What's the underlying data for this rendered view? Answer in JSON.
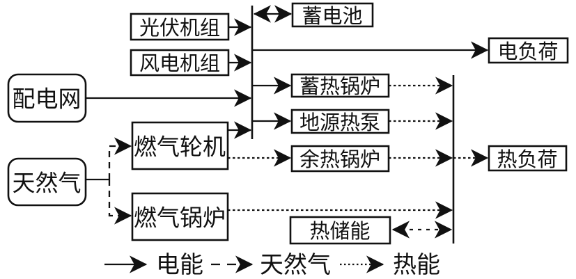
{
  "diagram": {
    "title_implicit": "",
    "colors": {
      "line": "#111111",
      "background": "#ffffff"
    },
    "nodes": {
      "pv": {
        "label": "光伏机组"
      },
      "wind": {
        "label": "风电机组"
      },
      "grid": {
        "label": "配电网"
      },
      "gas_source": {
        "label": "天然气"
      },
      "gas_turbine": {
        "label": "燃气轮机"
      },
      "gas_boiler": {
        "label": "燃气锅炉"
      },
      "battery": {
        "label": "蓄电池"
      },
      "electric_load": {
        "label": "电负荷"
      },
      "heat_storage_boiler": {
        "label": "蓄热锅炉"
      },
      "ground_source_heat_pump": {
        "label": "地源热泵"
      },
      "waste_heat_boiler": {
        "label": "余热锅炉"
      },
      "thermal_storage": {
        "label": "热储能"
      },
      "heat_load": {
        "label": "热负荷"
      }
    },
    "edges": [
      {
        "from": "pv",
        "to": "electric-bus",
        "type": "electric"
      },
      {
        "from": "wind",
        "to": "electric-bus",
        "type": "electric"
      },
      {
        "from": "grid",
        "to": "electric-bus",
        "type": "electric"
      },
      {
        "from": "gas_turbine",
        "to": "electric-bus",
        "type": "electric"
      },
      {
        "from": "electric-bus",
        "to": "battery",
        "type": "electric",
        "bidirectional": true
      },
      {
        "from": "electric-bus",
        "to": "electric_load",
        "type": "electric"
      },
      {
        "from": "electric-bus",
        "to": "heat_storage_boiler",
        "type": "electric"
      },
      {
        "from": "electric-bus",
        "to": "ground_source_heat_pump",
        "type": "electric"
      },
      {
        "from": "gas_source",
        "to": "gas_turbine",
        "type": "gas"
      },
      {
        "from": "gas_source",
        "to": "gas_boiler",
        "type": "gas"
      },
      {
        "from": "gas_turbine",
        "to": "waste_heat_boiler",
        "type": "heat"
      },
      {
        "from": "heat_storage_boiler",
        "to": "heat-bus",
        "type": "heat"
      },
      {
        "from": "ground_source_heat_pump",
        "to": "heat-bus",
        "type": "heat"
      },
      {
        "from": "waste_heat_boiler",
        "to": "heat-bus",
        "type": "heat"
      },
      {
        "from": "gas_boiler",
        "to": "heat-bus",
        "type": "heat"
      },
      {
        "from": "heat-bus",
        "to": "heat_load",
        "type": "heat"
      },
      {
        "from": "heat-bus",
        "to": "thermal_storage",
        "type": "heat",
        "bidirectional": true
      }
    ],
    "legend": {
      "electric": {
        "label": "电能",
        "style": "solid"
      },
      "gas": {
        "label": "天然气",
        "style": "dashed"
      },
      "heat": {
        "label": "热能",
        "style": "dotted"
      }
    }
  }
}
